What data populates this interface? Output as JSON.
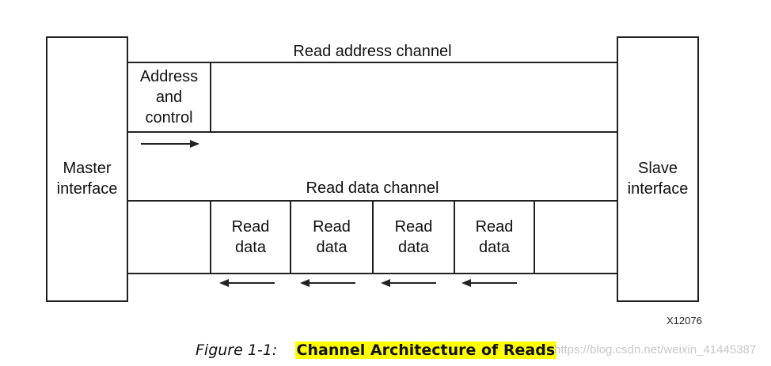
{
  "diagram": {
    "master_label": "Master\ninterface",
    "slave_label": "Slave\ninterface",
    "read_address_channel": {
      "title": "Read address channel",
      "cell": "Address\nand\ncontrol",
      "arrow_direction": "right"
    },
    "read_data_channel": {
      "title": "Read data channel",
      "cells": [
        "Read\ndata",
        "Read\ndata",
        "Read\ndata",
        "Read\ndata"
      ],
      "arrow_direction": "left"
    },
    "figure_code": "X12076"
  },
  "caption": {
    "number": "Figure 1-1:",
    "title": "Channel Architecture of Reads"
  },
  "watermark": "https://blog.csdn.net/weixin_41445387"
}
